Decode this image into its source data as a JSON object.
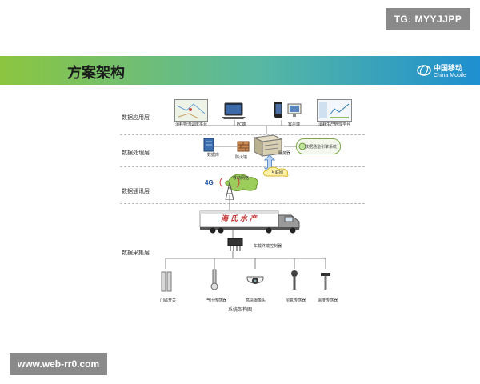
{
  "watermarks": {
    "tg": "TG: MYYJJPP",
    "site": "www.web-rr0.com"
  },
  "header": {
    "title": "方案架构",
    "brand_zh": "中国移动",
    "brand_en": "China Mobile"
  },
  "layers": [
    "数据应用层",
    "数据处理层",
    "数据通讯层",
    "数据采集层"
  ],
  "application_items": [
    "消耗物流调度平台",
    "PC端",
    "客户端",
    "消耗生产管理平台"
  ],
  "processing_items": {
    "database": "数据库",
    "firewall": "防火墙",
    "server": "服务器",
    "system": "数据通道引擎系统"
  },
  "communication_items": {
    "network": "4G",
    "mobile_net": "移动网络",
    "internet": "互联网"
  },
  "truck_text": "海氏水产",
  "controller_label": "车载终端控制器",
  "sensors": [
    "门磁开关",
    "气压传感器",
    "高清摄像头",
    "溶氧传感器",
    "温度传感器"
  ],
  "caption": "系统架构图"
}
